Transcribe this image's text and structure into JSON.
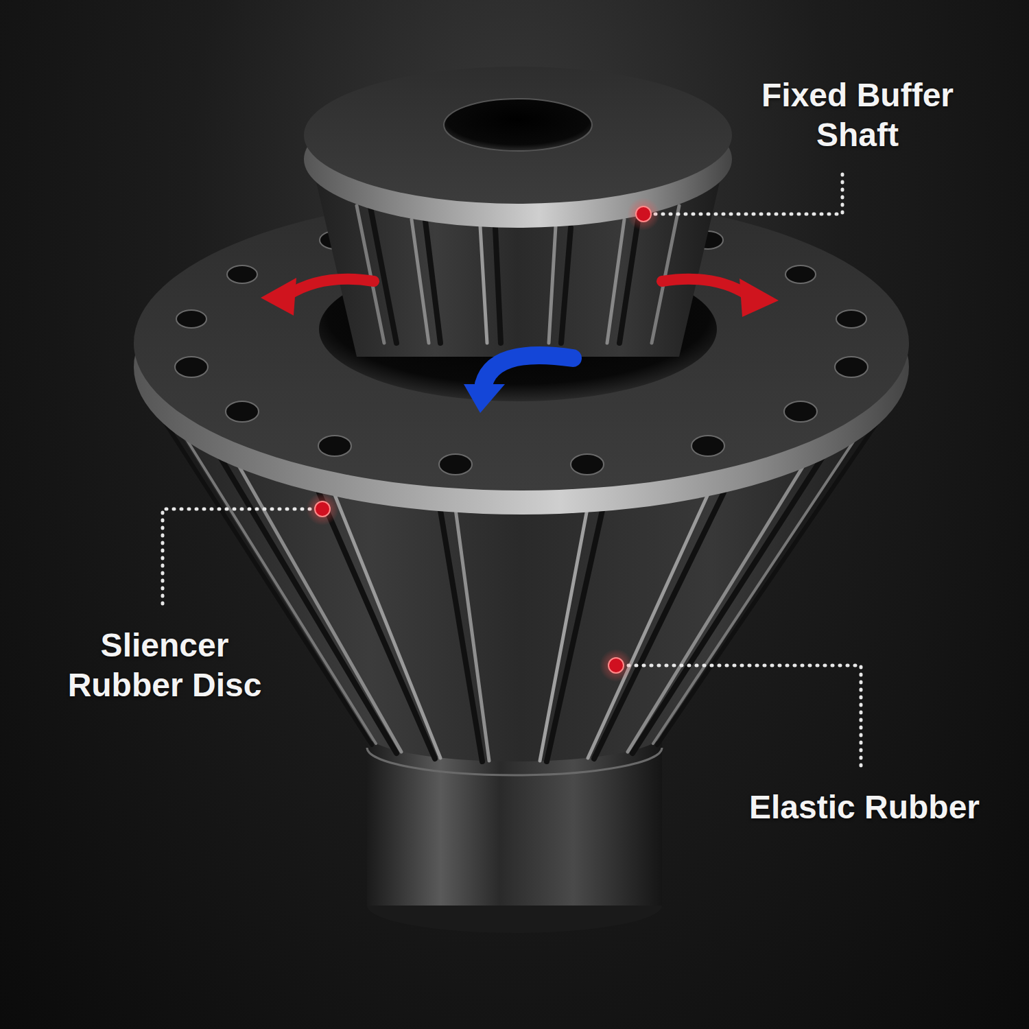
{
  "diagram": {
    "labels": [
      "Fixed Buffer Shaft",
      "Sliencer Rubber Disc",
      "Elastic Rubber"
    ]
  }
}
